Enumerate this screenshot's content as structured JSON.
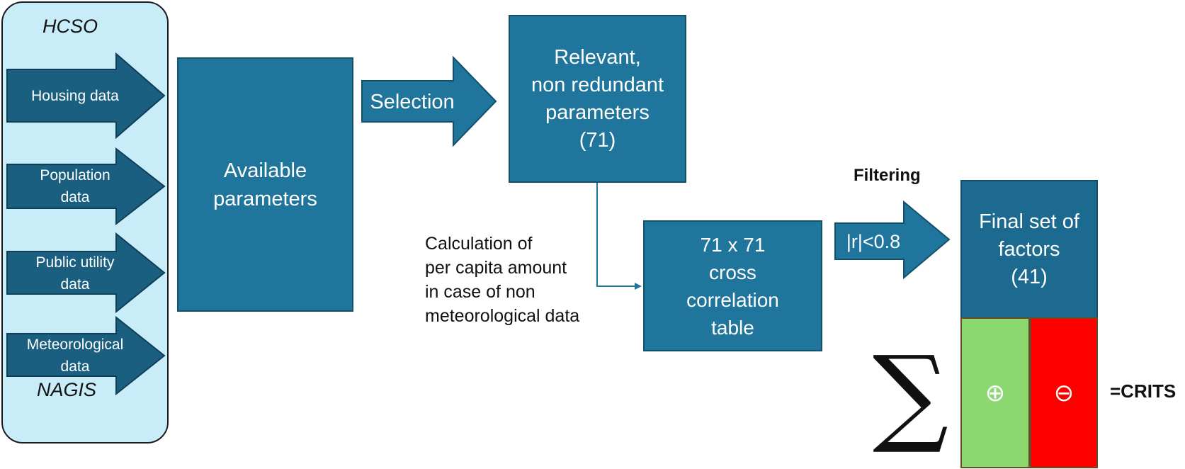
{
  "sources": {
    "top_label": "HCSO",
    "bottom_label": "NAGIS",
    "items": [
      {
        "label": "Housing data"
      },
      {
        "label": "Population\ndata"
      },
      {
        "label": "Public utility\ndata"
      },
      {
        "label": "Meteorological\ndata"
      }
    ]
  },
  "available": {
    "label": "Available\nparameters"
  },
  "selection": {
    "label": "Selection"
  },
  "relevant": {
    "label": "Relevant,\nnon redundant\nparameters\n(71)"
  },
  "calculation_note": {
    "label": "Calculation of\nper capita amount\nin case of non\nmeteorological data"
  },
  "correlation": {
    "label": "71 x 71\ncross\ncorrelation\ntable"
  },
  "filtering": {
    "title": "Filtering",
    "label": "|r|<0.8"
  },
  "final": {
    "label": "Final set of\nfactors\n(41)"
  },
  "signs": {
    "positive": "⊕",
    "negative": "⊖",
    "sum_symbol": "∑"
  },
  "result": {
    "label": "=CRITS"
  },
  "colors": {
    "panel_bg": "#c9ecf9",
    "box_blue": "#1f759c",
    "arrow_blue": "#1b5f80",
    "green": "#8cd870",
    "red": "#ff0000"
  }
}
